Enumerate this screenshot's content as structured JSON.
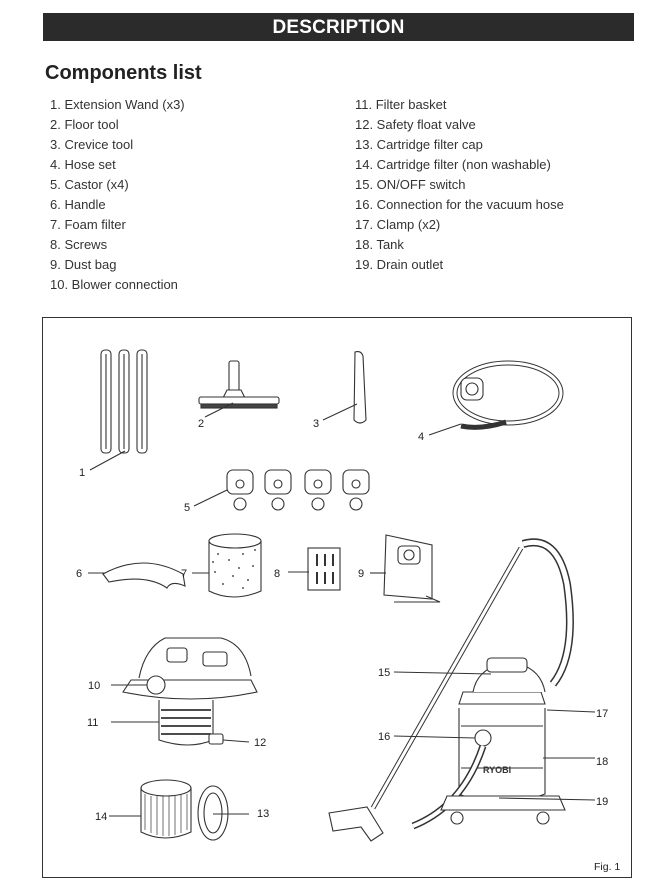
{
  "header": {
    "title": "DESCRIPTION"
  },
  "section": {
    "title": "Components list"
  },
  "components_left": [
    "1. Extension Wand (x3)",
    "2. Floor tool",
    "3. Crevice tool",
    "4. Hose set",
    "5. Castor (x4)",
    "6. Handle",
    "7. Foam filter",
    "8. Screws",
    "9. Dust bag",
    "10. Blower connection"
  ],
  "components_right": [
    "11. Filter basket",
    "12. Safety float valve",
    "13. Cartridge filter cap",
    "14. Cartridge filter (non washable)",
    "15. ON/OFF switch",
    "16. Connection for the vacuum hose",
    "17. Clamp (x2)",
    "18. Tank",
    "19. Drain outlet"
  ],
  "figure": {
    "caption": "Fig. 1",
    "callouts": [
      "1",
      "2",
      "3",
      "4",
      "5",
      "6",
      "7",
      "8",
      "9",
      "10",
      "11",
      "12",
      "13",
      "14",
      "15",
      "16",
      "17",
      "18",
      "19"
    ],
    "brand_mark": "RYOBI"
  }
}
